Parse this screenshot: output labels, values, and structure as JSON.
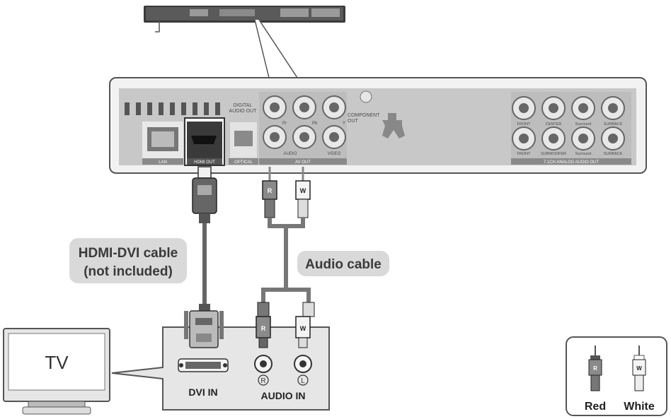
{
  "panel_labels": {
    "lan": "LAN",
    "hdmi_out": "HDMI OUT",
    "digital_audio_out_line1": "DIGITAL",
    "digital_audio_out_line2": "AUDIO OUT",
    "optical": "OPTICAL",
    "av_out": "AV OUT",
    "audio": "AUDIO",
    "video": "VIDEO",
    "component_out_line1": "COMPONENT",
    "component_out_line2": "OUT",
    "analog_out": "7.1CH ANALOG AUDIO OUT",
    "jack_pr": "Pr",
    "jack_pb": "Pb",
    "jack_y": "Y",
    "front_l": "FRONT",
    "front_r": "FRONT",
    "center": "CENTER",
    "subwoofer": "SUBWOOFER",
    "surround_l": "Surround",
    "surround_r": "Surround",
    "surback_l": "SURBACK",
    "surback_r": "SURBACK"
  },
  "cables": {
    "hdmi_dvi_line1": "HDMI-DVI cable",
    "hdmi_dvi_line2": "(not included)",
    "audio": "Audio cable",
    "plug_r": "R",
    "plug_w": "W"
  },
  "tv": {
    "label": "TV",
    "dvi_in": "DVI IN",
    "audio_in": "AUDIO IN",
    "jack_r": "R",
    "jack_l": "L"
  },
  "legend": {
    "red": "Red",
    "white": "White",
    "plug_r": "R",
    "plug_w": "W"
  },
  "colors": {
    "panel_gray": "#c8c8c8",
    "pill_gray": "#d9d9d9",
    "red_plug": "#8a8a8a",
    "white_plug": "#f4f4f4",
    "cable": "#7a7a7a"
  }
}
